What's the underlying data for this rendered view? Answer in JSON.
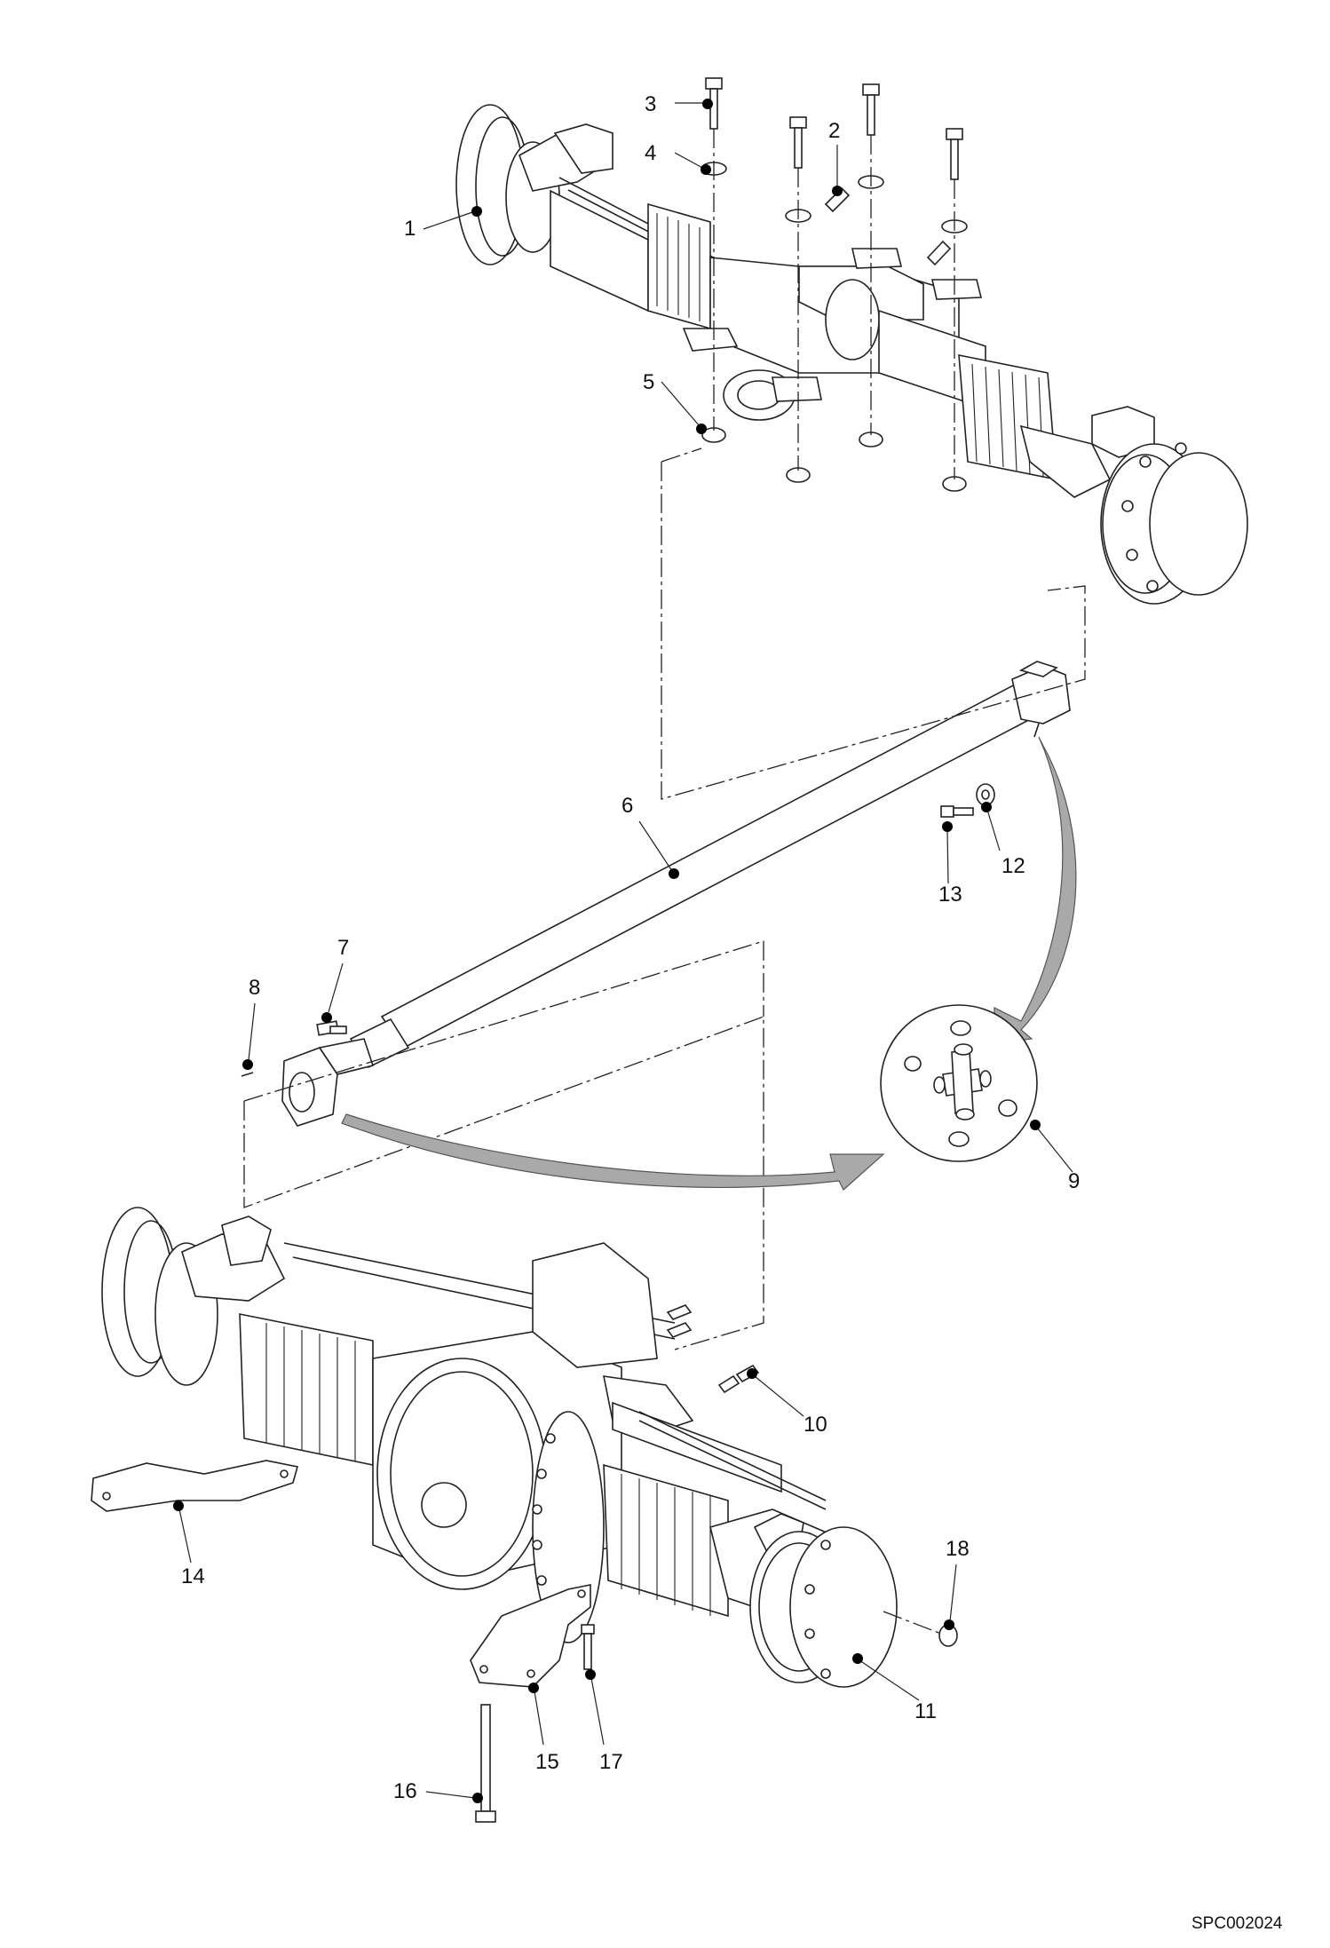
{
  "diagram": {
    "drawing_code": "SPC002024",
    "callouts": [
      {
        "id": "c1",
        "text": "1"
      },
      {
        "id": "c2",
        "text": "2"
      },
      {
        "id": "c3",
        "text": "3"
      },
      {
        "id": "c4",
        "text": "4"
      },
      {
        "id": "c5",
        "text": "5"
      },
      {
        "id": "c6",
        "text": "6"
      },
      {
        "id": "c7",
        "text": "7"
      },
      {
        "id": "c8",
        "text": "8"
      },
      {
        "id": "c9",
        "text": "9"
      },
      {
        "id": "c10",
        "text": "10"
      },
      {
        "id": "c11",
        "text": "11"
      },
      {
        "id": "c12",
        "text": "12"
      },
      {
        "id": "c13",
        "text": "13"
      },
      {
        "id": "c14",
        "text": "14"
      },
      {
        "id": "c15",
        "text": "15"
      },
      {
        "id": "c16",
        "text": "16"
      },
      {
        "id": "c17",
        "text": "17"
      },
      {
        "id": "c18",
        "text": "18"
      }
    ]
  }
}
